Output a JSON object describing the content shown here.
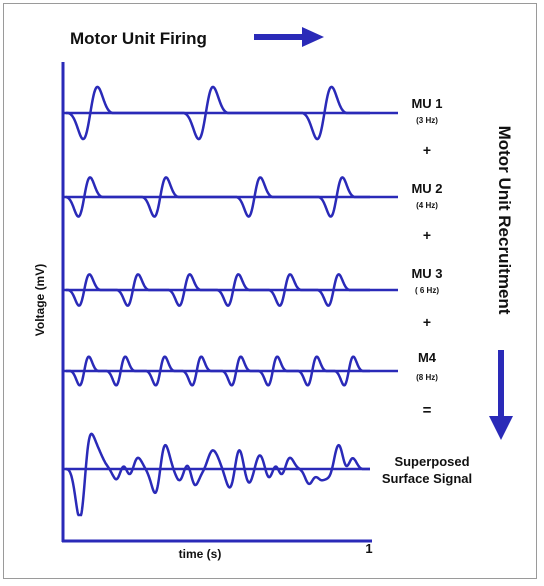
{
  "title": "Motor Unit Firing",
  "side_title": "Motor Unit Recruitment",
  "y_axis_label": "Voltage (mV)",
  "x_axis_label": "time (s)",
  "x_axis_end_label": "1",
  "colors": {
    "signal": "#2a2ab8",
    "axis": "#2a2ab8",
    "text": "#111111"
  },
  "rows": [
    {
      "name": "MU 1",
      "rate": "(3 Hz)",
      "operator": "+",
      "spikes": [
        0.08,
        0.46,
        0.85
      ]
    },
    {
      "name": "MU 2",
      "rate": "(4 Hz)",
      "operator": "+",
      "spikes": [
        0.06,
        0.31,
        0.62,
        0.89
      ]
    },
    {
      "name": "MU 3",
      "rate": "( 6 Hz)",
      "operator": "+",
      "spikes": [
        0.06,
        0.22,
        0.39,
        0.55,
        0.72,
        0.88
      ]
    },
    {
      "name": "M4",
      "rate": "(8 Hz)",
      "operator": "=",
      "spikes": [
        0.06,
        0.18,
        0.31,
        0.43,
        0.56,
        0.68,
        0.81,
        0.93
      ]
    }
  ],
  "result_label_line1": "Superposed",
  "result_label_line2": "Surface Signal"
}
